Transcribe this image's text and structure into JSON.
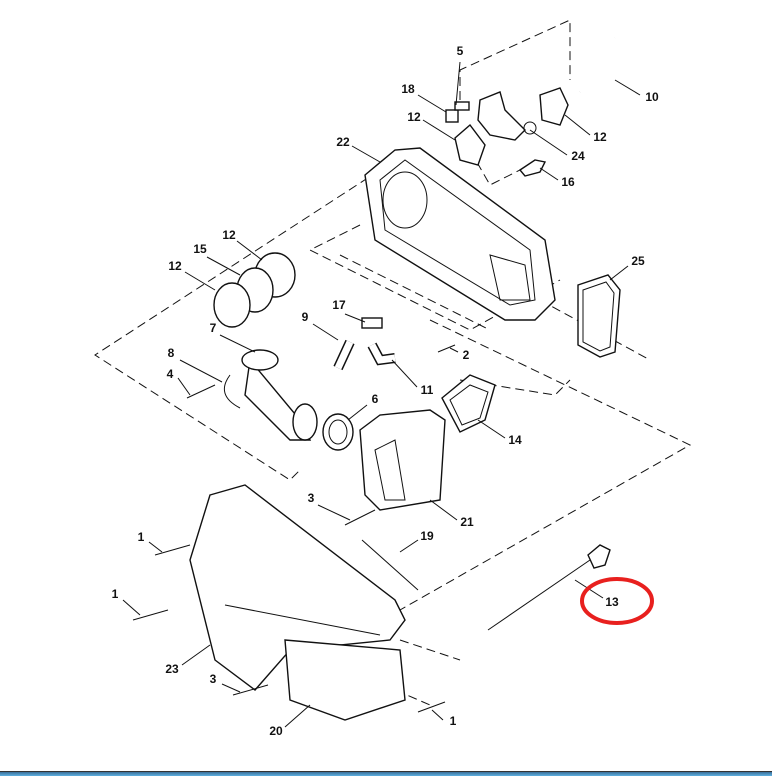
{
  "diagram": {
    "callouts": [
      "5",
      "18",
      "10",
      "12",
      "12",
      "24",
      "22",
      "16",
      "12",
      "15",
      "12",
      "25",
      "9",
      "17",
      "7",
      "8",
      "2",
      "4",
      "11",
      "6",
      "14",
      "3",
      "21",
      "1",
      "19",
      "1",
      "13",
      "23",
      "3",
      "20",
      "1"
    ],
    "highlight": {
      "callout": "13",
      "color": "#e8201e"
    }
  }
}
